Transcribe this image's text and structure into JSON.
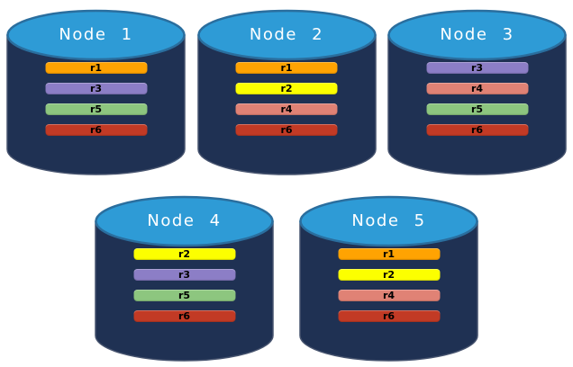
{
  "diagram": {
    "description": "Five database nodes holding replicated partitions",
    "nodes": [
      {
        "name": "Node 1",
        "replicas": [
          "r1",
          "r3",
          "r5",
          "r6"
        ]
      },
      {
        "name": "Node 2",
        "replicas": [
          "r1",
          "r2",
          "r4",
          "r6"
        ]
      },
      {
        "name": "Node 3",
        "replicas": [
          "r3",
          "r4",
          "r5",
          "r6"
        ]
      },
      {
        "name": "Node 4",
        "replicas": [
          "r2",
          "r3",
          "r5",
          "r6"
        ]
      },
      {
        "name": "Node 5",
        "replicas": [
          "r1",
          "r2",
          "r4",
          "r6"
        ]
      }
    ],
    "replica_colors": {
      "r1": "#FFA302",
      "r2": "#FCFF00",
      "r3": "#8C7EC6",
      "r4": "#E08275",
      "r5": "#8DC67F",
      "r6": "#C23A25"
    },
    "colors": {
      "cylinder_body": "#1F3153",
      "cylinder_body_outline": "#46536E",
      "cylinder_top_fill": "#2E9BD6",
      "cylinder_top_border": "#2A6E9E",
      "title_text": "#FFFFFF",
      "bar_text": "#000000",
      "background": "#FFFFFF"
    },
    "layout": {
      "top_row_nodes": [
        "Node 1",
        "Node 2",
        "Node 3"
      ],
      "bottom_row_nodes": [
        "Node 4",
        "Node 5"
      ]
    }
  }
}
